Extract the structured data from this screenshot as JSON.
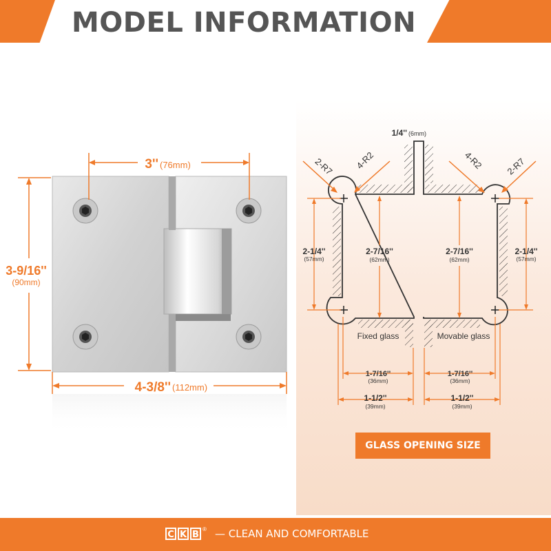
{
  "header": {
    "title": "MODEL INFORMATION"
  },
  "hinge": {
    "dim_width_in": "3''",
    "dim_width_mm": "(76mm)",
    "dim_height_in": "3-9/16''",
    "dim_height_mm": "(90mm)",
    "dim_total_in": "4-3/8''",
    "dim_total_mm": "(112mm)"
  },
  "diagram": {
    "slot_in": "1/4''",
    "slot_mm": "(6mm)",
    "radius_outer_left": "2-R7",
    "radius_inner_left": "4-R2",
    "radius_inner_right": "4-R2",
    "radius_outer_right": "2-R7",
    "left_side_in": "2-1/4''",
    "left_side_mm": "(57mm)",
    "left_center_in": "2-7/16''",
    "left_center_mm": "(62mm)",
    "right_center_in": "2-7/16''",
    "right_center_mm": "(62mm)",
    "right_side_in": "2-1/4''",
    "right_side_mm": "(57mm)",
    "fixed_label": "Fixed glass",
    "movable_label": "Movable glass",
    "left_inner_in": "1-7/16''",
    "left_inner_mm": "(36mm)",
    "right_inner_in": "1-7/16''",
    "right_inner_mm": "(36mm)",
    "left_outer_in": "1-1/2''",
    "left_outer_mm": "(39mm)",
    "right_outer_in": "1-1/2''",
    "right_outer_mm": "(39mm)"
  },
  "glass_opening_label": "GLASS OPENING SIZE",
  "footer": {
    "logo_letters": [
      "C",
      "K",
      "B"
    ],
    "registered": "®",
    "tagline": "— CLEAN AND COMFORTABLE"
  },
  "colors": {
    "accent": "#ef7a2a",
    "title": "#555555",
    "line": "#333333"
  }
}
